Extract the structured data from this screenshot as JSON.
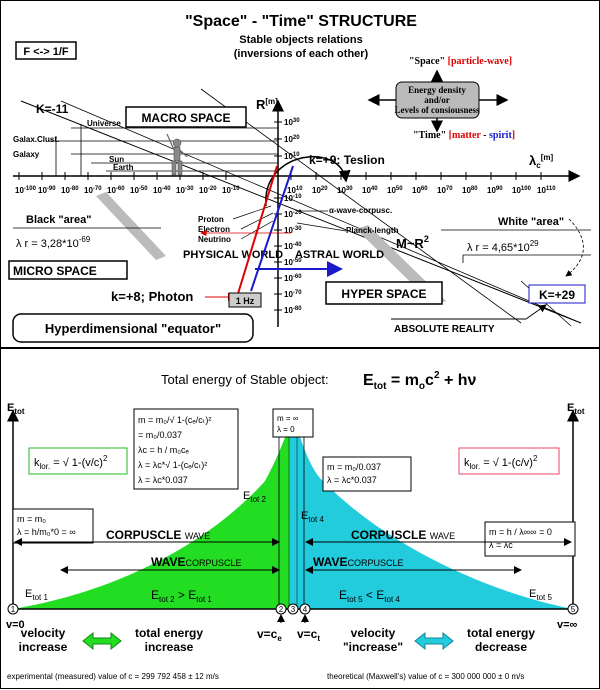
{
  "top": {
    "title": "\"Space\" - \"Time\"  STRUCTURE",
    "subtitle1": "Stable objects relations",
    "subtitle2": "(inversions of each other)",
    "f_box": "F <-> 1/F",
    "legend": {
      "space_label": "\"Space\"",
      "space_note": "[particle-wave]",
      "box_line1": "Energy density",
      "box_line2": "and/or",
      "box_line3": "Levels of consiousness",
      "time_label": "\"Time\"",
      "time_open": "[",
      "time_matter": "matter",
      "time_dash": " - ",
      "time_spirit": "spirit",
      "time_close": "]"
    },
    "k_minus11": "K=-11",
    "universe": "Universe",
    "galax_clust": "Galax.Clust.",
    "galaxy": "Galaxy",
    "sun": "Sun",
    "earth": "Earth",
    "macro_space": "MACRO SPACE",
    "micro_space": "MICRO SPACE",
    "hyper_space": "HYPER SPACE",
    "r_axis": "R",
    "r_unit": "[m]",
    "lambda_axis": "λ",
    "lambda_sub": "c",
    "lambda_unit": "[m]",
    "r_ticks_up": [
      "30",
      "20",
      "10"
    ],
    "r_ticks_down": [
      "-10",
      "-20",
      "-30",
      "-40",
      "-50",
      "-60",
      "-70",
      "-80"
    ],
    "x_ticks_left": [
      "-100",
      "-90",
      "-80",
      "-70",
      "-60",
      "-50",
      "-40",
      "-30",
      "-20",
      "-10"
    ],
    "x_ticks_right": [
      "10",
      "20",
      "30",
      "40",
      "50",
      "60",
      "70",
      "80",
      "90",
      "100",
      "110"
    ],
    "tick_base": "10",
    "k9": "k=+9: Teslion",
    "alpha_wave": "α-wave-corpusc.",
    "planck": "Planck-length",
    "proton": "Proton",
    "electron": "Electron",
    "neutrino": "Neutrino",
    "black_area": "Black \"area\"",
    "white_area": "White \"area\"",
    "lr_left": "λ r = 3,28*10",
    "lr_left_exp": "-69",
    "lr_right": "λ r = 4,65*10",
    "lr_right_exp": "29",
    "physical_world": "PHYSICAL WORLD",
    "astral_world": "ASTRAL WORLD",
    "m_r2": "M~R",
    "m_r2_exp": "2",
    "k8": "k=+8; Photon",
    "one_hz": "1 Hz",
    "k29": "K=+29",
    "hyper_equator": "Hyperdimensional \"equator\"",
    "absolute_reality": "ABSOLUTE REALITY"
  },
  "bottom": {
    "title": "Total energy of Stable object:",
    "formula": "E",
    "formula_sub": "tot",
    "formula_rhs": " = m",
    "formula_m_sub": "o",
    "formula_c2": "c",
    "formula_c2_exp": "2",
    "formula_hv": " + hν",
    "e_tot_left": "E",
    "e_tot_left_sub": "tot",
    "e_tot_right": "E",
    "e_tot_right_sub": "tot",
    "klor_left_pre": "k",
    "klor_left_sub": "lor.",
    "klor_left_eq": " = √ 1-(v/c)",
    "klor_left_exp": "2",
    "klor_right_pre": "k",
    "klor_right_sub": "lor.",
    "klor_right_eq": " = √ 1-(c/v)",
    "klor_right_exp": "2",
    "box_center": [
      "m = m₀/√ 1-(cₑ/cₜ)²",
      "= m₀/0.037",
      "λc = h / m₀cₑ",
      "λ = λc*√ 1-(cₑ/cₜ)²",
      "λ = λc*0.037"
    ],
    "box_inf": [
      "m = ∞",
      "λ = 0"
    ],
    "box_right_center": [
      "m = m₀/0.037",
      "λ = λc*0.037"
    ],
    "box_left": [
      "m = m₀",
      "λ = h/m₀*0 = ∞"
    ],
    "box_right": [
      "m = h / λ∞∞ = 0",
      "λ = λc"
    ],
    "e_tot1": "E",
    "e_tot1_sub": "tot 1",
    "e_tot2": "E",
    "e_tot2_sub": "tot 2",
    "e_tot4": "E",
    "e_tot4_sub": "tot 4",
    "e_tot5": "E",
    "e_tot5_sub": "tot 5",
    "corpuscle_wave_left": "CORPUSCLE",
    "corpuscle_wave_left_small": "WAVE",
    "corpuscle_wave_right": "CORPUSCLE",
    "corpuscle_wave_right_small": "WAVE",
    "wave_corp_left": "WAVE",
    "wave_corp_left_small": "CORPUSCLE",
    "wave_corp_right": "WAVE",
    "wave_corp_right_small": "CORPUSCLE",
    "ineq_left": "E",
    "ineq_left_s1": "tot 2",
    "ineq_left_mid": " > E",
    "ineq_left_s2": "tot 1",
    "ineq_right": "E",
    "ineq_right_s1": "tot 5",
    "ineq_right_mid": " < E",
    "ineq_right_s2": "tot 4",
    "v0": "v=0",
    "vinf": "v=∞",
    "vce": "v=c",
    "vce_sub": "e",
    "vct": "v=c",
    "vct_sub": "t",
    "n1": "1",
    "n2": "2",
    "n3": "3",
    "n4": "4",
    "n5": "5",
    "vel_inc_l1": "velocity",
    "vel_inc_l2": "increase",
    "tot_inc_l1": "total energy",
    "tot_inc_l2": "increase",
    "vel_inc_r1": "velocity",
    "vel_inc_r2": "\"increase\"",
    "tot_dec_l1": "total energy",
    "tot_dec_l2": "decrease",
    "footer_left": "experimental (measured) value of c = 299 792 458 ± 12 m/s",
    "footer_right": "theoretical (Maxwell's) value of c = 300 000 000 ± 0 m/s"
  },
  "colors": {
    "green": "#22dd22",
    "cyan": "#22ccdd",
    "red": "#dd0000",
    "blue": "#1a1acc",
    "pink_box": "#ee4466",
    "gray": "#bbbbbb"
  }
}
